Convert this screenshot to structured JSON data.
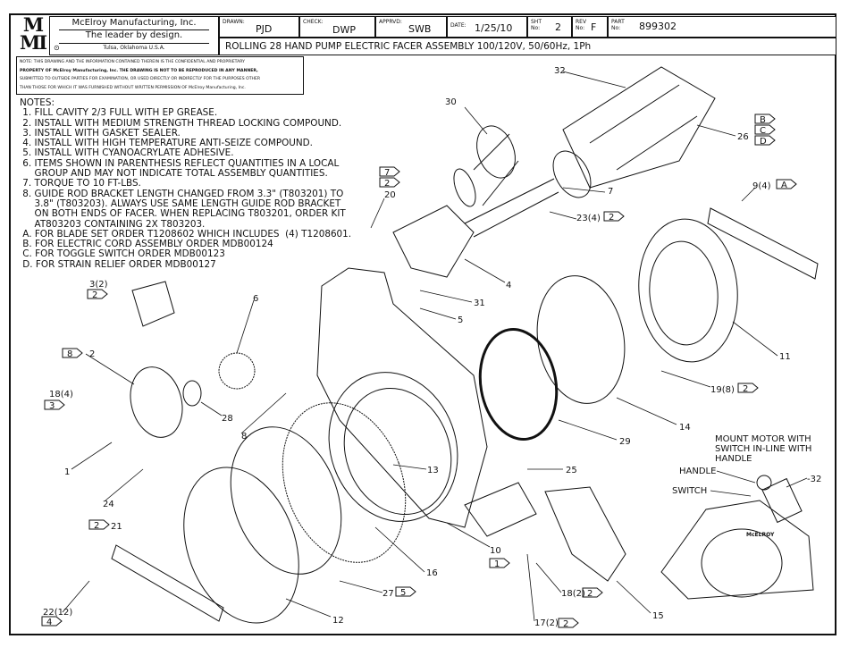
{
  "title_block": {
    "logo": "MMI",
    "company": "McElroy Manufacturing, Inc.",
    "slogan": "The leader by design.",
    "location": "Tulsa, Oklahoma U.S.A.",
    "drawn_label": "DRAWN:",
    "drawn": "PJD",
    "check_label": "CHECK:",
    "check": "DWP",
    "apprvd_label": "APPRVD:",
    "apprvd": "SWB",
    "date_label": "DATE:",
    "date": "1/25/10",
    "sht_label": "SHT No:",
    "sht": "2",
    "rev_label": "REV No:",
    "rev": "F",
    "part_label": "PART No:",
    "part": "899302",
    "title": "ROLLING 28 HAND PUMP ELECTRIC FACER ASSEMBLY 100/120V, 50/60Hz, 1Ph"
  },
  "notice": [
    "NOTE: THIS DRAWING AND THE INFORMATION CONTAINED THEREIN IS THE CONFIDENTIAL AND PROPRIETARY",
    "PROPERTY OF McElroy Manufacturing, Inc. THE DRAWING IS NOT TO BE REPRODUCED IN ANY MANNER,",
    "SUBMITTED TO OUTSIDE PARTIES FOR EXAMINATION, OR USED DIRECTLY OR INDIRECTLY FOR THE PURPOSES OTHER",
    "THAN THOSE FOR WHICH IT WAS FURNISHED WITHOUT WRITTEN PERMISSION OF McElroy Manufacturing, Inc."
  ],
  "notes": "NOTES:\n 1. FILL CAVITY 2/3 FULL WITH EP GREASE.\n 2. INSTALL WITH MEDIUM STRENGTH THREAD LOCKING COMPOUND.\n 3. INSTALL WITH GASKET SEALER.\n 4. INSTALL WITH HIGH TEMPERATURE ANTI-SEIZE COMPOUND.\n 5. INSTALL WITH CYANOACRYLATE ADHESIVE.\n 6. ITEMS SHOWN IN PARENTHESIS REFLECT QUANTITIES IN A LOCAL\n     GROUP AND MAY NOT INDICATE TOTAL ASSEMBLY QUANTITIES.\n 7. TORQUE TO 10 FT-LBS.\n 8. GUIDE ROD BRACKET LENGTH CHANGED FROM 3.3\" (T803201) TO\n     3.8\" (T803203). ALWAYS USE SAME LENGTH GUIDE ROD BRACKET\n     ON BOTH ENDS OF FACER. WHEN REPLACING T803201, ORDER KIT\n     AT803203 CONTAINING 2X T803203.\n A. FOR BLADE SET ORDER T1208602 WHICH INCLUDES  (4) T1208601.\n B. FOR ELECTRIC CORD ASSEMBLY ORDER MDB00124\n C. FOR TOGGLE SWITCH ORDER MDB00123\n D. FOR STRAIN RELIEF ORDER MDB00127",
  "callouts": [
    "32",
    "30",
    "26",
    "9(4)",
    "20",
    "7",
    "23(4)",
    "4",
    "31",
    "5",
    "3(2)",
    "6",
    "2",
    "11",
    "19(8)",
    "18(4)",
    "28",
    "8",
    "14",
    "29",
    "1",
    "13",
    "25",
    "24",
    "21",
    "10",
    "16",
    "27",
    "18(2)",
    "12",
    "17(2)",
    "15",
    "22(12)",
    "-32"
  ],
  "note_flags": [
    "B",
    "C",
    "D",
    "A",
    "7",
    "2",
    "2",
    "8",
    "3",
    "2",
    "2",
    "2",
    "1",
    "5",
    "2",
    "2",
    "4"
  ],
  "inset": {
    "caption": [
      "MOUNT MOTOR WITH",
      "SWITCH IN-LINE WITH",
      "HANDLE"
    ],
    "handle": "HANDLE",
    "switch": "SWITCH",
    "brand": "McELROY"
  }
}
